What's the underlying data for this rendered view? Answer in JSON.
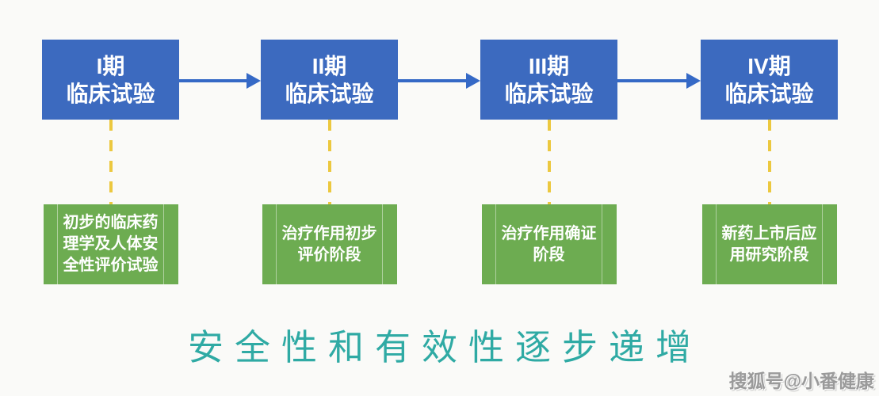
{
  "diagram": {
    "stages": [
      {
        "phase_line1": "I期",
        "phase_line2": "临床试验",
        "description": "初步的临床药理学及人体安全性评价试验"
      },
      {
        "phase_line1": "II期",
        "phase_line2": "临床试验",
        "description": "治疗作用初步评价阶段"
      },
      {
        "phase_line1": "III期",
        "phase_line2": "临床试验",
        "description": "治疗作用确证阶段"
      },
      {
        "phase_line1": "IV期",
        "phase_line2": "临床试验",
        "description": "新药上市后应用研究阶段"
      }
    ],
    "slogan": "安全性和有效性逐步递增",
    "watermark": "搜狐号@小番健康",
    "colors": {
      "phase_box_blue": "#3c6abf",
      "arrow_blue": "#3569c6",
      "description_box_green": "#6dac51",
      "connector_dash_yellow": "#ecc83f",
      "slogan_teal": "#2faaa4",
      "watermark_gray": "#9a9a9a",
      "background": "#fafaf8"
    }
  }
}
